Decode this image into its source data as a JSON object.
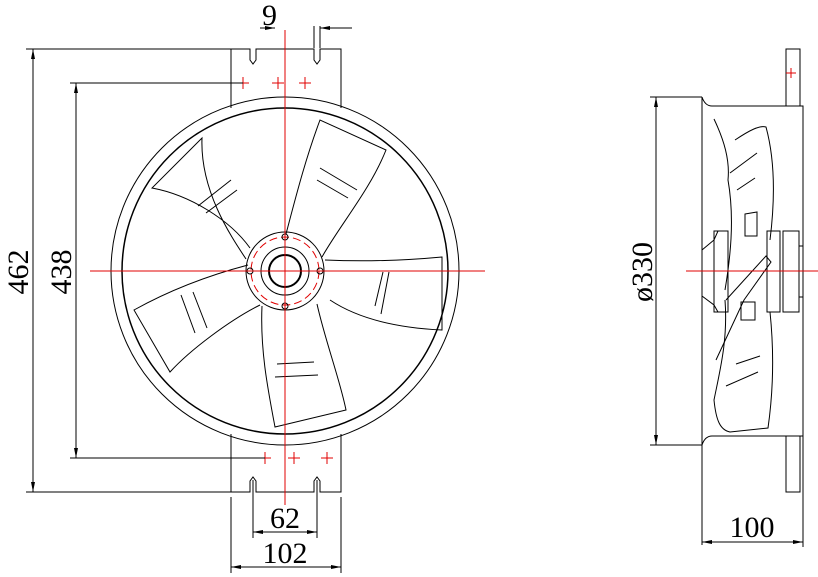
{
  "drawing": {
    "front_view": {
      "dim_slot_width": "9",
      "dim_overall_height": "462",
      "dim_hole_spacing_vertical": "438",
      "dim_slot_spacing": "62",
      "dim_bracket_width": "102"
    },
    "side_view": {
      "dim_diameter": "ø330",
      "dim_depth": "100"
    },
    "colors": {
      "line": "#000000",
      "centerline": "#e00000"
    }
  }
}
